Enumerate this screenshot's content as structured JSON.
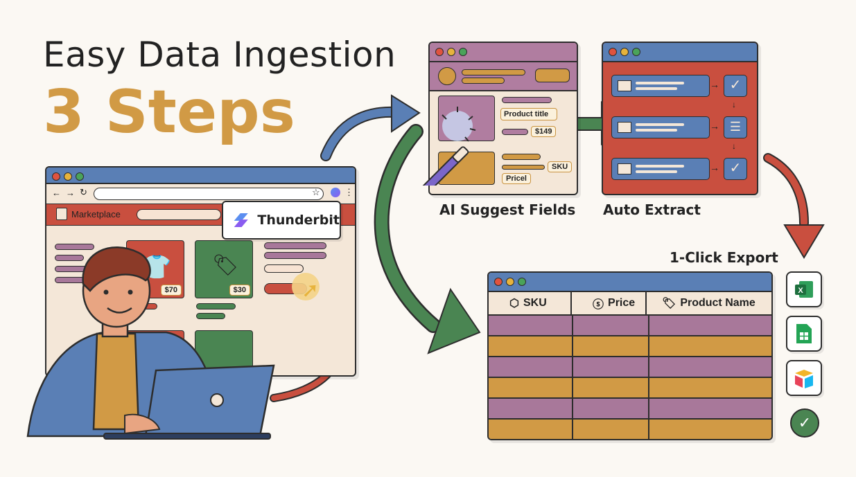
{
  "headline": {
    "line1": "Easy Data Ingestion",
    "line2": "3 Steps"
  },
  "browser": {
    "site_name": "Marketplace",
    "price_1": "$70",
    "price_2": "$30"
  },
  "extension": {
    "name": "Thunderbit"
  },
  "step1": {
    "label": "AI Suggest Fields",
    "field_title": "Product title",
    "field_price_value": "$149",
    "field_sku": "SKU",
    "field_price": "Pricel"
  },
  "step2": {
    "label": "Auto Extract"
  },
  "step3": {
    "label": "1-Click Export",
    "columns": [
      "SKU",
      "Price",
      "Product Name"
    ]
  },
  "export_targets": [
    "excel-icon",
    "google-sheets-icon",
    "airtable-icon",
    "checkmark-icon"
  ],
  "colors": {
    "mauve": "#a8789a",
    "gold": "#d19a45",
    "blue": "#5a7fb5",
    "red": "#c94f3f",
    "green": "#4a8552",
    "cream": "#f4e7d8"
  }
}
